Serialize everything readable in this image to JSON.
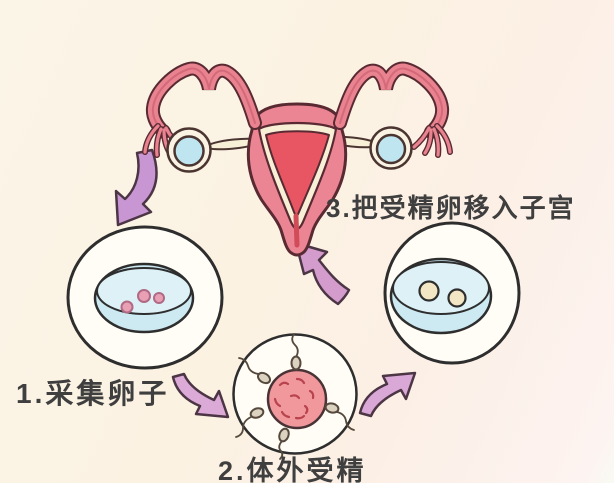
{
  "steps": [
    {
      "id": "1",
      "label": "1.采集卵子"
    },
    {
      "id": "2",
      "label": "2.体外受精"
    },
    {
      "id": "3",
      "label": "3.把受精卵移入子宫"
    }
  ],
  "illustration": {
    "elements": [
      "uterus-with-fallopian-tubes-and-ovaries",
      "petri-dish-with-collected-eggs",
      "egg-cell-surrounded-by-sperm",
      "petri-dish-with-fertilized-eggs",
      "purple-flow-arrows"
    ],
    "colors": {
      "background": "#fbf3e6",
      "uterus_wall_pink": "#ec8593",
      "uterus_cavity_red": "#e85663",
      "uterus_lining_cream": "#f8efd7",
      "outline_dark": "#5a2a33",
      "ink_outline": "#2e2e2e",
      "ovary_blue": "#bfe6f0",
      "dish_blue": "#cdeaf3",
      "dish_rim_blue": "#ddf1f6",
      "egg_pink": "#e9a0b5",
      "embryo_cream": "#f2e6c4",
      "fertilized_egg_pink": "#f0989b",
      "sperm_tan": "#dcd2c0",
      "arrow_purple": "#c897d3",
      "arrow_pink_purple": "#dcaad6",
      "text": "#3f3f3f"
    }
  }
}
